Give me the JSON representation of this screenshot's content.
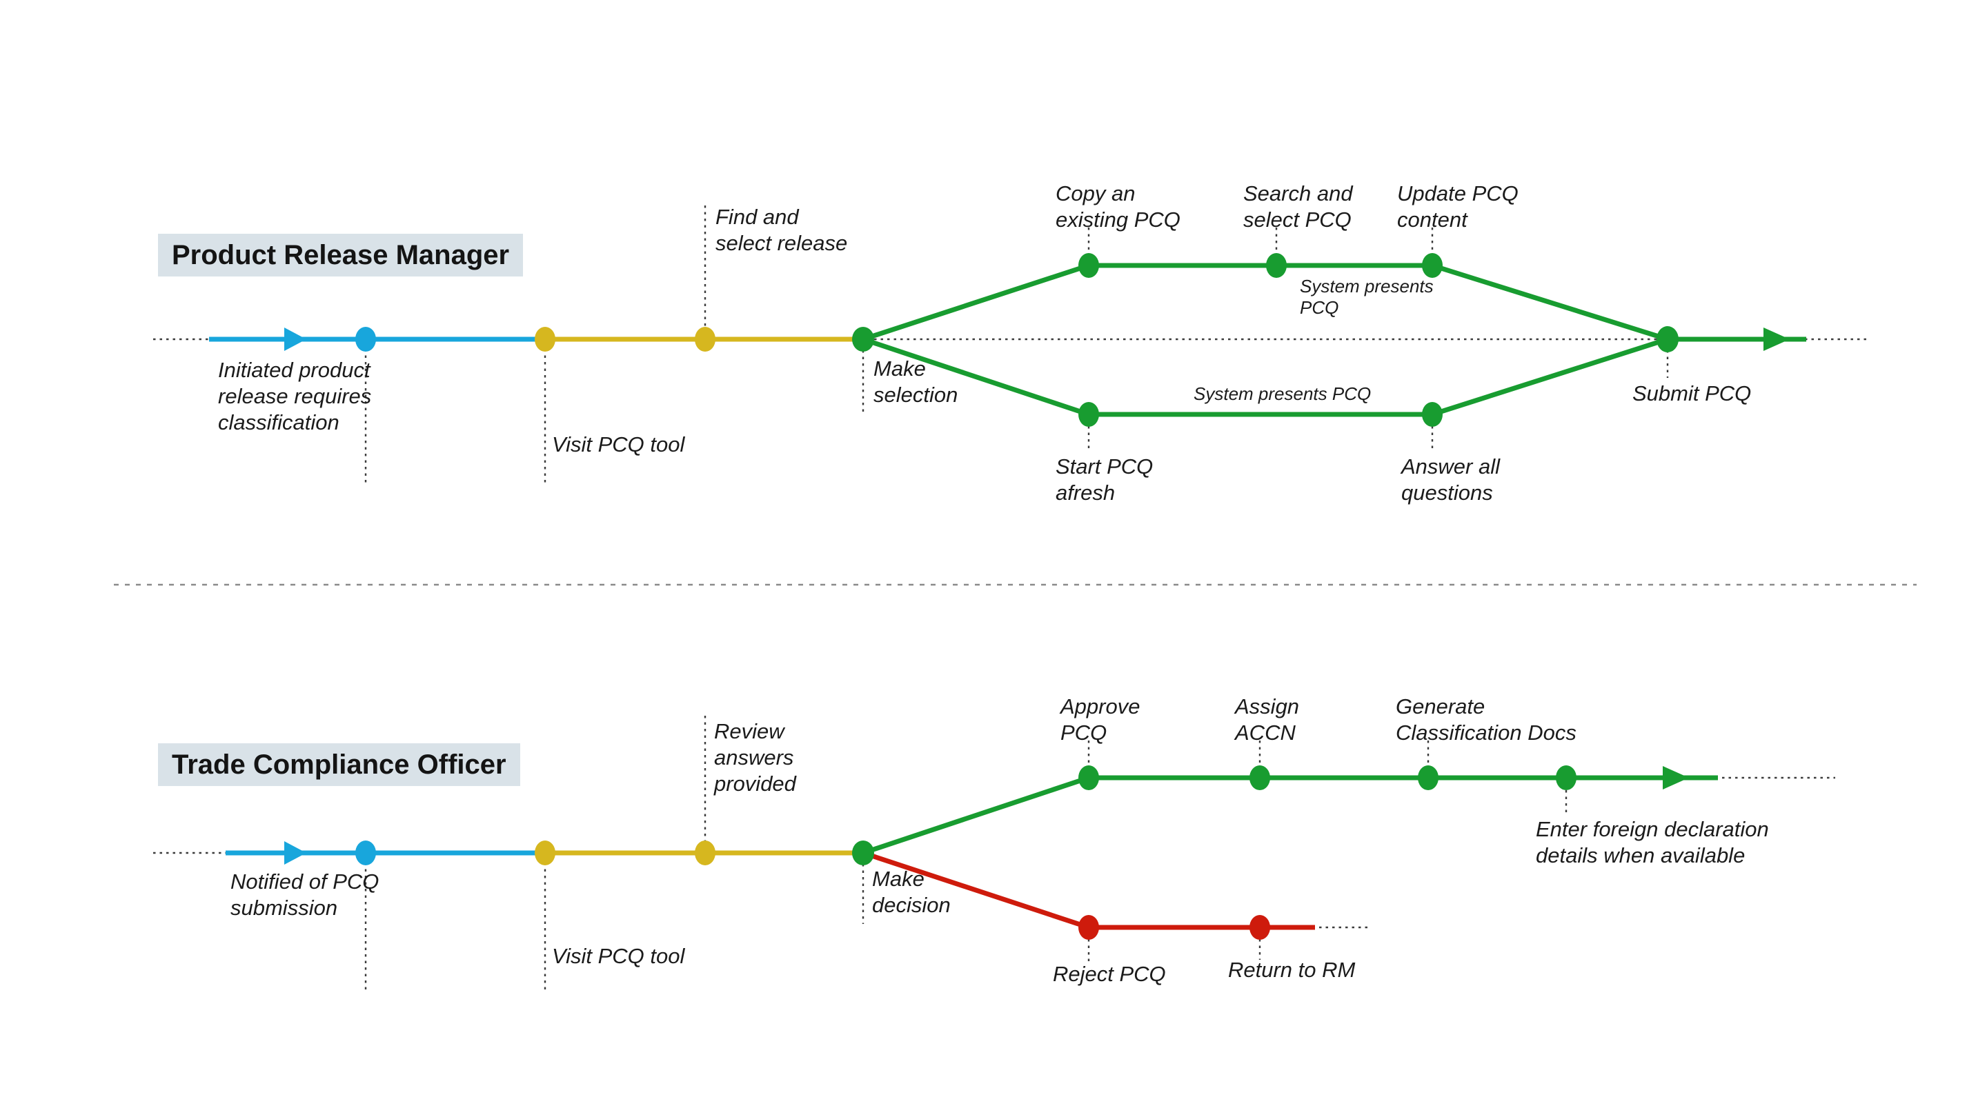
{
  "colors": {
    "blue": "#18A6DC",
    "yellow": "#D6B71F",
    "green": "#189C30",
    "red": "#CE1B0C",
    "title_bg": "#D9E2E8",
    "dotted": "#3b3b3b",
    "divider": "#8a8a8a"
  },
  "lane1": {
    "title": "Product Release Manager",
    "notes": {
      "initiated": "Initiated product\nrelease requires\nclassification",
      "visit_tool": "Visit PCQ tool",
      "find_select": "Find and\nselect release",
      "make_selection": "Make\nselection",
      "copy_existing": "Copy an\nexisting PCQ",
      "search_select": "Search and\nselect PCQ",
      "update_content": "Update PCQ\ncontent",
      "system_presents_copy": "System presents\nPCQ",
      "system_presents_fresh": "System presents PCQ",
      "start_afresh": "Start PCQ\nafresh",
      "answer_all": "Answer all\nquestions",
      "submit": "Submit PCQ"
    }
  },
  "lane2": {
    "title": "Trade Compliance Officer",
    "notes": {
      "notified": "Notified of PCQ\nsubmission",
      "visit_tool": "Visit PCQ tool",
      "review_answers": "Review\nanswers\nprovided",
      "make_decision": "Make\ndecision",
      "approve": "Approve\nPCQ",
      "assign_accn": "Assign\nACCN",
      "generate_docs": "Generate\nClassification Docs",
      "enter_foreign": "Enter foreign declaration\ndetails when available",
      "reject": "Reject PCQ",
      "return_rm": "Return to RM"
    }
  }
}
